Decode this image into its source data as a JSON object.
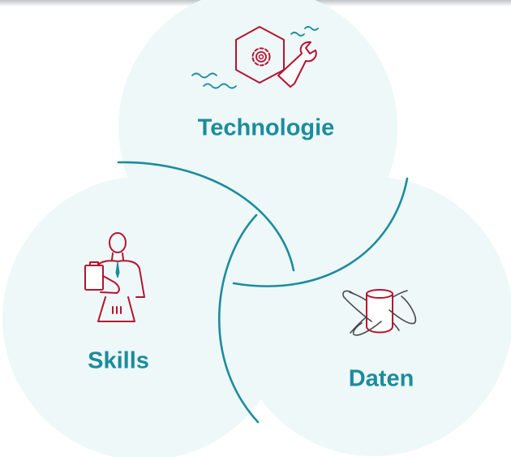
{
  "diagram": {
    "circles": [
      {
        "key": "technologie",
        "label": "Technologie",
        "icon": "gear-wrench-icon"
      },
      {
        "key": "skills",
        "label": "Skills",
        "icon": "person-clipboard-icon"
      },
      {
        "key": "daten",
        "label": "Daten",
        "icon": "database-orbit-icon"
      }
    ],
    "colors": {
      "circle_fill": "#eef8f9",
      "line": "#1c8c9c",
      "icon": "#b5142f"
    }
  }
}
